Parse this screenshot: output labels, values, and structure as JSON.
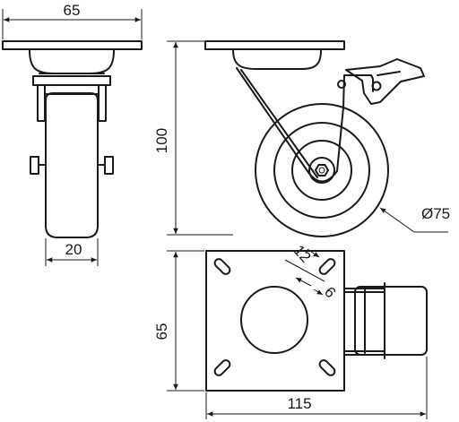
{
  "drawing": {
    "front_view": {
      "width_dim": "65",
      "wheel_width_dim": "20"
    },
    "side_view": {
      "height_dim": "100",
      "wheel_diameter_dim": "Ø75"
    },
    "top_view": {
      "hole_dim": "12",
      "slot_dim": "6",
      "plate_dim": "65",
      "overall_length_dim": "115"
    }
  }
}
